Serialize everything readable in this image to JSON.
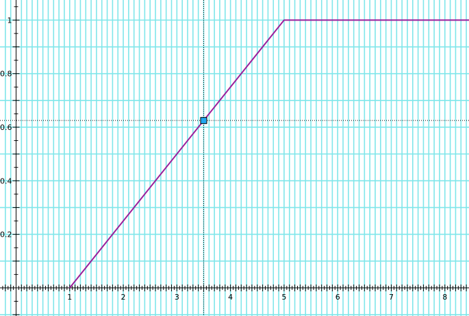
{
  "chart_data": {
    "type": "line",
    "title": "",
    "xlabel": "",
    "ylabel": "",
    "xlim": [
      -0.3,
      8.45
    ],
    "ylim": [
      -0.105,
      1.075
    ],
    "grid": true,
    "grid_step": 0.1,
    "x_ticks": [
      1,
      2,
      3,
      4,
      5,
      6,
      7,
      8
    ],
    "x_tick_labels": [
      "1",
      "2",
      "3",
      "4",
      "5",
      "6",
      "7",
      "8"
    ],
    "y_ticks": [
      0.2,
      0.4,
      0.6,
      0.8,
      1
    ],
    "y_tick_labels": [
      "0.2",
      "0.4",
      "0.6",
      "0.8",
      "1"
    ],
    "series": [
      {
        "x": [
          1,
          5,
          8.45
        ],
        "y": [
          0,
          1,
          1
        ],
        "color": "#9b1f9b"
      }
    ],
    "cursor": {
      "x": 3.5,
      "y": 0.625
    },
    "colors": {
      "grid": "#7fe6ea",
      "axis": "#000000",
      "series": "#9b1f9b",
      "cursor_fill": "#22a7f0",
      "cursor_stroke": "#000000"
    }
  }
}
